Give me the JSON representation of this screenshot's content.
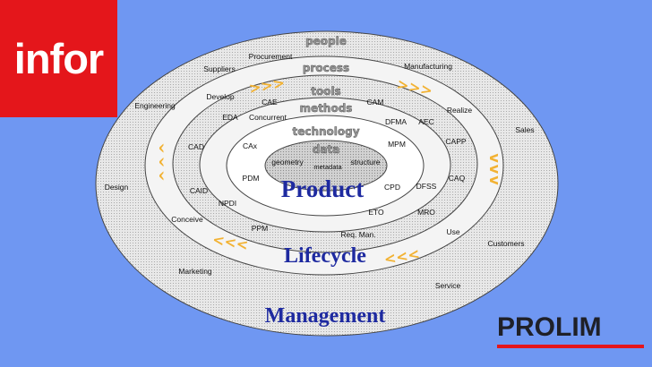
{
  "logos": {
    "infor": "infor",
    "prolim": "PROLIM"
  },
  "rings": {
    "people": "people",
    "process": "process",
    "tools": "tools",
    "methods": "methods",
    "technology": "technology",
    "data": "data"
  },
  "titles": {
    "product": "Product",
    "lifecycle": "Lifecycle",
    "management": "Management"
  },
  "people_ring": {
    "procurement": "Procurement",
    "suppliers": "Suppliers",
    "manufacturing": "Manufacturing",
    "engineering": "Engineering",
    "sales": "Sales",
    "design": "Design",
    "customers": "Customers",
    "marketing": "Marketing",
    "service": "Service"
  },
  "process_ring": {
    "develop": "Develop",
    "realize": "Realize",
    "conceive": "Conceive",
    "use": "Use"
  },
  "tools_ring": {
    "cae": "CAE",
    "cam": "CAM",
    "cad": "CAD",
    "capp": "CAPP",
    "caid": "CAID",
    "caq": "CAQ",
    "ppm": "PPM",
    "req_man": "Req. Man."
  },
  "methods_ring": {
    "eda": "EDA",
    "concurrent": "Concurrent",
    "dfma": "DFMA",
    "aec": "AEC",
    "npdi": "NPDI",
    "dfss": "DFSS",
    "mro": "MRO",
    "eto": "ETO"
  },
  "technology_ring": {
    "cax": "CAx",
    "mpm": "MPM",
    "pdm": "PDM",
    "cpd": "CPD"
  },
  "data_ring": {
    "geometry": "geometry",
    "metadata": "metadata",
    "structure": "structure"
  },
  "arrows": {
    "top": ">>>",
    "top_right": ">>>",
    "right": "vvv",
    "bottom_right": "<<<",
    "bottom_left": "<<<",
    "left": "^^^"
  },
  "colors": {
    "background": "#6f97f2",
    "infor_red": "#e4161b",
    "title_blue": "#1e2aa0",
    "arrow_orange": "#f2b233"
  }
}
